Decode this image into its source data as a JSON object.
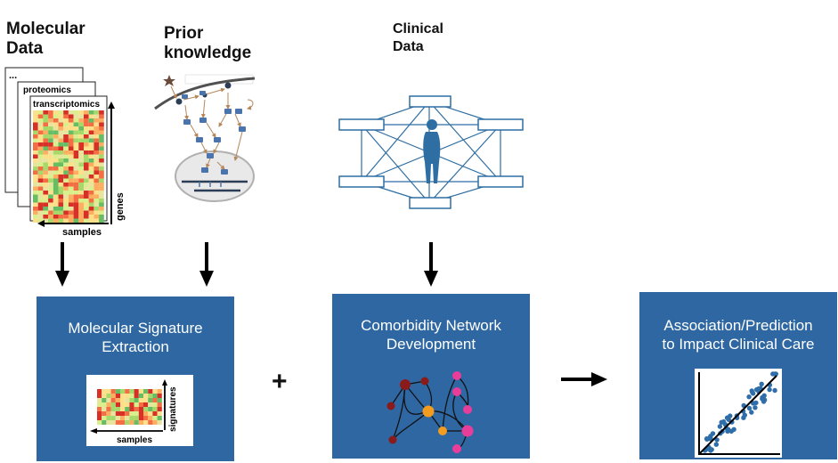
{
  "inputs": {
    "molecular": {
      "title_line1": "Molecular",
      "title_line2": "Data",
      "stack_label_top": "...",
      "stack_label_mid": "proteomics",
      "stack_label_front": "transcriptomics",
      "axis_genes": "genes",
      "axis_samples": "samples"
    },
    "prior": {
      "title_line1": "Prior",
      "title_line2": "knowledge"
    },
    "clinical": {
      "title_line1": "Clinical",
      "title_line2": "Data"
    }
  },
  "stages": {
    "signature": {
      "title_line1": "Molecular Signature",
      "title_line2": "Extraction",
      "axis_signatures": "signatures",
      "axis_samples": "samples"
    },
    "plus": "+",
    "network": {
      "title_line1": "Comorbidity Network",
      "title_line2": "Development"
    },
    "prediction": {
      "title_line1": "Association/Prediction",
      "title_line2": "to Impact Clinical Care"
    }
  },
  "colors": {
    "box_blue": "#2e67a2",
    "pathway_node": "#4b74ad",
    "clinical_blue": "#2e6ea3",
    "node_darkred": "#8b1a1a",
    "node_orange": "#f39c1f",
    "node_pink": "#e83e9a",
    "scatter_dot": "#2f6ea8"
  }
}
